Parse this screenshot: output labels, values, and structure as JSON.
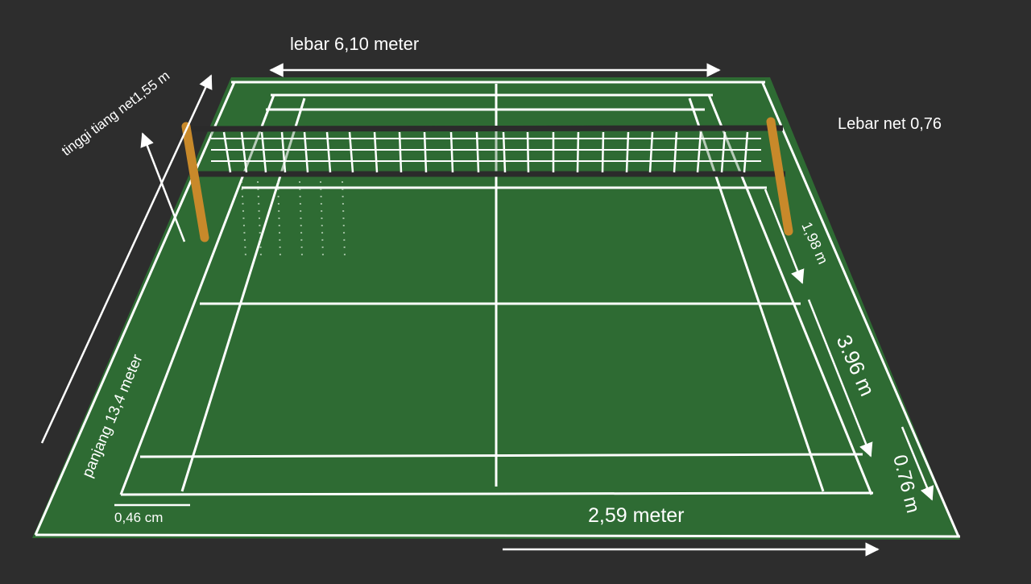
{
  "labels": {
    "width_top": "lebar 6,10 meter",
    "pole_height": "tinggi tiang net1,55 m",
    "net_width": "Lebar net  0,76",
    "length": "panjang 13,4 meter",
    "short_service": "1,98 m",
    "mid_section": "3.96 m",
    "back_section": "0.76 m",
    "bottom_width": "2,59 meter",
    "line_width": "0,46 cm"
  },
  "colors": {
    "background": "#2d2d2d",
    "court": "#2e6b33",
    "lines": "#ffffff",
    "pole": "#c8892a",
    "net_band": "#2b2b2b"
  }
}
